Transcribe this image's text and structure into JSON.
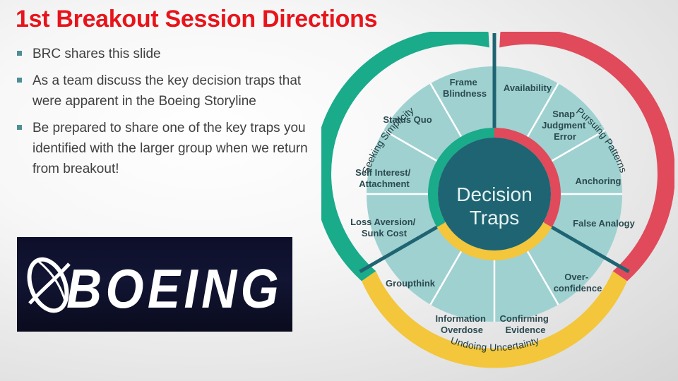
{
  "slide": {
    "title": "1st Breakout Session Directions",
    "bullets": [
      "BRC shares this slide",
      "As a team discuss the key decision traps that were apparent in the Boeing Storyline",
      "Be prepared to share one of the key traps you identified with the larger group when we return from breakout!"
    ]
  },
  "logo": {
    "text": "BOEING",
    "icon": "boeing-globe-icon"
  },
  "wheel": {
    "center": [
      "Decision",
      "Traps"
    ],
    "groups": {
      "seeking": "Seeking Simplicity",
      "pursuing": "Pursuing Patterns",
      "undoing": "Undoing Uncertainty"
    },
    "segments": {
      "frame_blindness": [
        "Frame",
        "Blindness"
      ],
      "availability": [
        "Availability"
      ],
      "snap_judgment": [
        "Snap",
        "Judgment",
        "Error"
      ],
      "anchoring": [
        "Anchoring"
      ],
      "false_analogy": [
        "False Analogy"
      ],
      "overconfidence": [
        "Over-",
        "confidence"
      ],
      "confirming": [
        "Confirming",
        "Evidence"
      ],
      "information": [
        "Information",
        "Overdose"
      ],
      "groupthink": [
        "Groupthink"
      ],
      "loss_aversion": [
        "Loss Aversion/",
        "Sunk Cost"
      ],
      "self_interest": [
        "Self Interest/",
        "Attachment"
      ],
      "status_quo": [
        "Status Quo"
      ]
    },
    "colors": {
      "seeking": "#1aab8a",
      "pursuing": "#e04a5a",
      "undoing": "#f3c63b",
      "segment_fill": "#9fd1d1",
      "hub": "#1f6472",
      "divider": "#ffffff",
      "segment_text": "#2b4a50"
    }
  }
}
